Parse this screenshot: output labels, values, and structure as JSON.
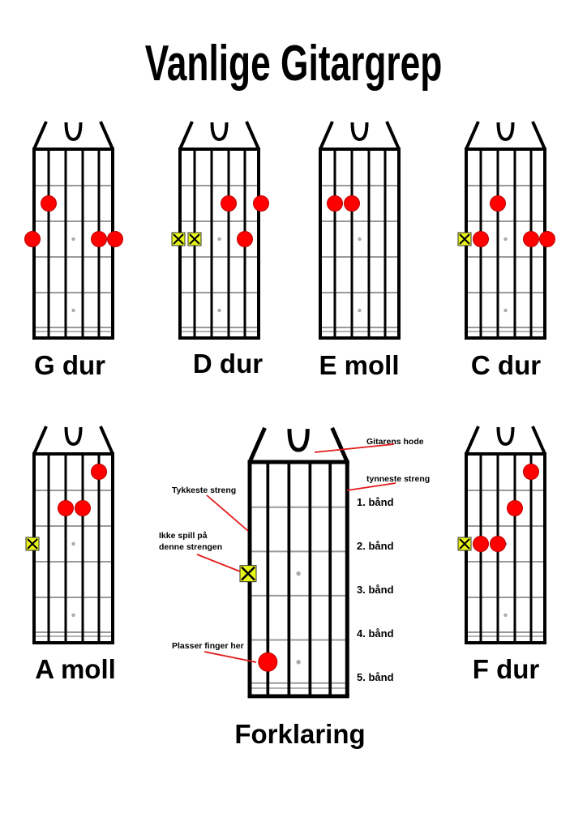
{
  "title": "Vanlige Gitargrep",
  "colors": {
    "finger": "#ff0000",
    "mute": "#e8f51a",
    "fret": "#999999",
    "pointer": "#e21b1b"
  },
  "chords": [
    {
      "name": "G dur",
      "fingers": [
        [
          1,
          2
        ],
        [
          0,
          3
        ],
        [
          4,
          3
        ],
        [
          5,
          3
        ]
      ],
      "muted": []
    },
    {
      "name": "D dur",
      "fingers": [
        [
          3,
          2
        ],
        [
          5,
          2
        ],
        [
          4,
          3
        ]
      ],
      "muted": [
        0,
        1
      ]
    },
    {
      "name": "E moll",
      "fingers": [
        [
          1,
          2
        ],
        [
          2,
          2
        ]
      ],
      "muted": []
    },
    {
      "name": "C dur",
      "fingers": [
        [
          2,
          2
        ],
        [
          1,
          3
        ],
        [
          4,
          3
        ],
        [
          5,
          3
        ]
      ],
      "muted": [
        0
      ]
    },
    {
      "name": "A moll",
      "fingers": [
        [
          4,
          1
        ],
        [
          2,
          2
        ],
        [
          3,
          2
        ]
      ],
      "muted": [
        0
      ]
    },
    {
      "name": "F dur",
      "fingers": [
        [
          4,
          1
        ],
        [
          3,
          2
        ],
        [
          1,
          3
        ],
        [
          2,
          3
        ]
      ],
      "muted": [
        0
      ]
    }
  ],
  "legend": {
    "title": "Forklaring",
    "head": "Gitarens hode",
    "thinnest": "tynneste streng",
    "thickest": "Tykkeste streng",
    "mute_line1": "Ikke spill på",
    "mute_line2": "denne strengen",
    "finger": "Plasser finger her",
    "frets": [
      "1. bånd",
      "2. bånd",
      "3. bånd",
      "4. bånd",
      "5. bånd"
    ]
  }
}
